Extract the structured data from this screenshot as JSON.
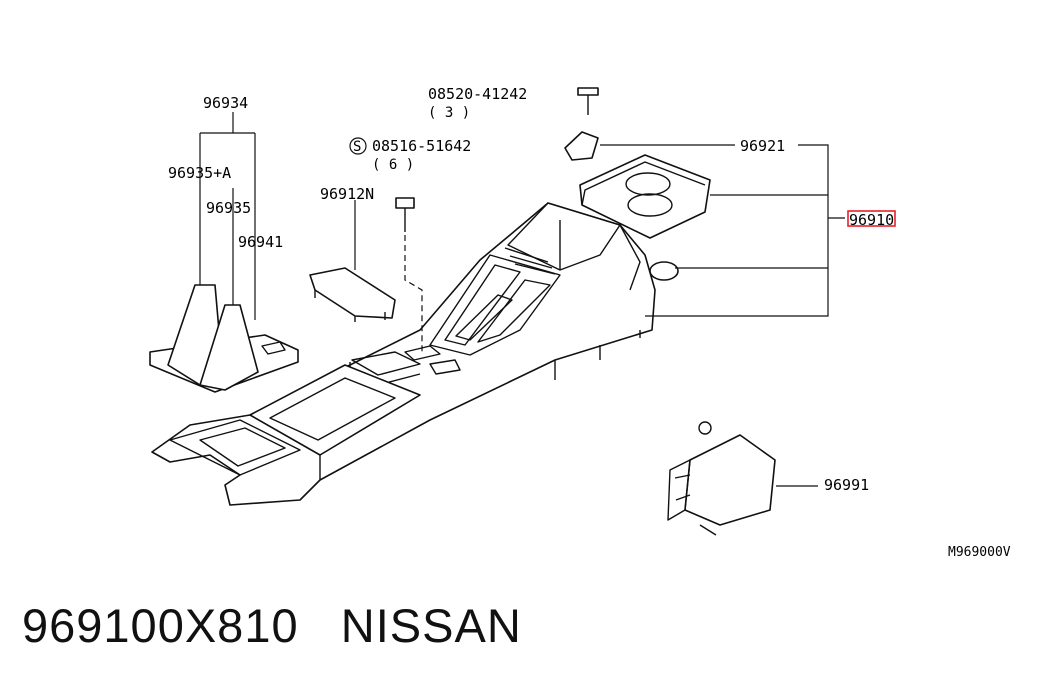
{
  "diagram": {
    "labels": {
      "shift_boot": "96934",
      "shift_boot_sub_a": "96935+A",
      "shift_boot_sub": "96935",
      "boot_retainer": "96941",
      "bolt_part": "08520-41242",
      "bolt_qty": "( 3 )",
      "screw_marker": "S",
      "screw_part": "08516-51642",
      "screw_qty": "( 6 )",
      "lid": "96912N",
      "cup_holder": "96921",
      "console_assembly": "96910",
      "bracket": "96991",
      "figure_ref": "M969000V"
    },
    "highlight_color": "#e8202a"
  },
  "caption": {
    "part_number": "969100X810",
    "brand": "NISSAN"
  }
}
